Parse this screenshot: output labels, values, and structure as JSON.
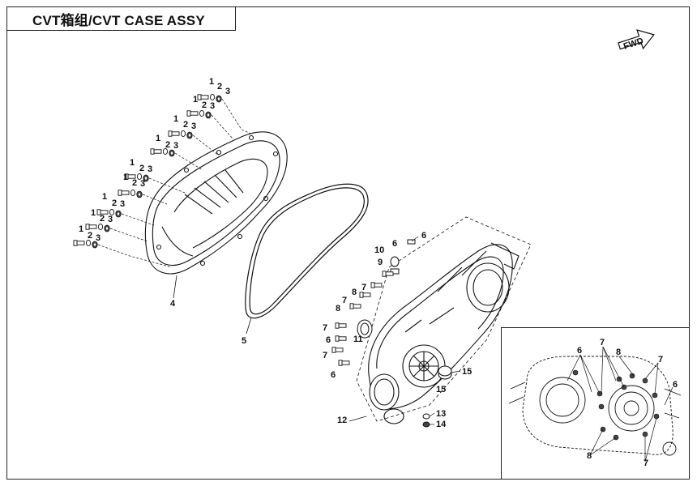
{
  "title": "CVT箱组/CVT CASE ASSY",
  "fwd_label": "FWD",
  "callouts": {
    "c1": "1",
    "c2": "2",
    "c3": "3",
    "c4": "4",
    "c5": "5",
    "c6": "6",
    "c7": "7",
    "c8": "8",
    "c9": "9",
    "c10": "10",
    "c11": "11",
    "c12": "12",
    "c13": "13",
    "c14": "14",
    "c15": "15"
  },
  "icons": {
    "fwd": "fwd-arrow-icon"
  }
}
